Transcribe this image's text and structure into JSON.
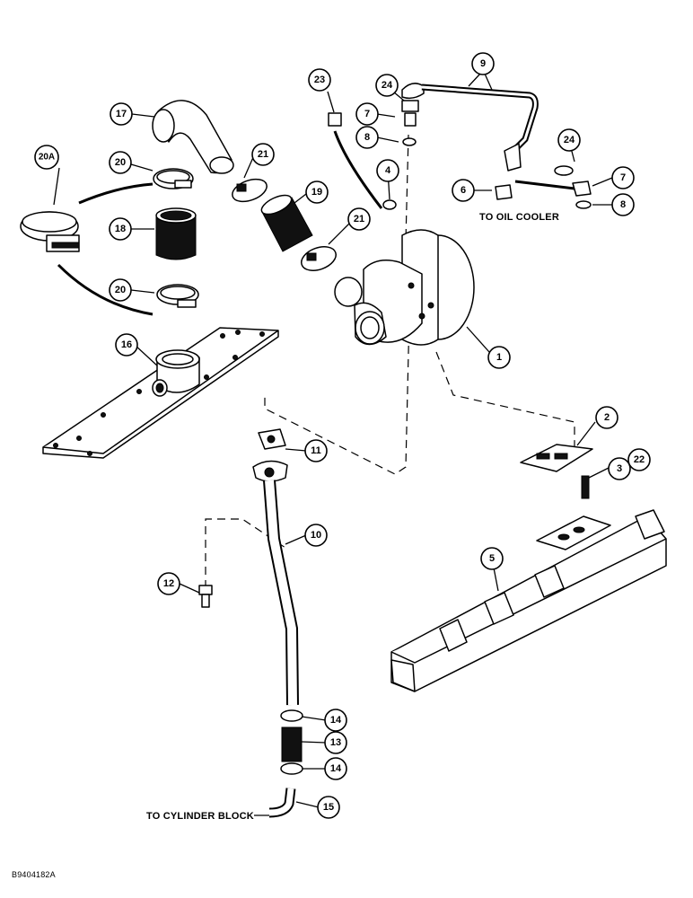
{
  "captions": {
    "oil_cooler": "TO OIL COOLER",
    "cylinder_block": "TO CYLINDER BLOCK",
    "figure_code": "B9404182A"
  },
  "callouts": [
    {
      "id": "c1",
      "label": "1"
    },
    {
      "id": "c2",
      "label": "2"
    },
    {
      "id": "c3",
      "label": "3"
    },
    {
      "id": "c22",
      "label": "22"
    },
    {
      "id": "c4",
      "label": "4"
    },
    {
      "id": "c5",
      "label": "5"
    },
    {
      "id": "c6",
      "label": "6"
    },
    {
      "id": "c7a",
      "label": "7"
    },
    {
      "id": "c7b",
      "label": "7"
    },
    {
      "id": "c8a",
      "label": "8"
    },
    {
      "id": "c8b",
      "label": "8"
    },
    {
      "id": "c9",
      "label": "9"
    },
    {
      "id": "c10",
      "label": "10"
    },
    {
      "id": "c11",
      "label": "11"
    },
    {
      "id": "c12",
      "label": "12"
    },
    {
      "id": "c13",
      "label": "13"
    },
    {
      "id": "c14a",
      "label": "14"
    },
    {
      "id": "c14b",
      "label": "14"
    },
    {
      "id": "c15",
      "label": "15"
    },
    {
      "id": "c16",
      "label": "16"
    },
    {
      "id": "c17",
      "label": "17"
    },
    {
      "id": "c18",
      "label": "18"
    },
    {
      "id": "c19",
      "label": "19"
    },
    {
      "id": "c20a",
      "label": "20"
    },
    {
      "id": "c20b",
      "label": "20"
    },
    {
      "id": "c20A",
      "label": "20A"
    },
    {
      "id": "c21a",
      "label": "21"
    },
    {
      "id": "c21b",
      "label": "21"
    },
    {
      "id": "c23",
      "label": "23"
    },
    {
      "id": "c24a",
      "label": "24"
    },
    {
      "id": "c24b",
      "label": "24"
    }
  ]
}
